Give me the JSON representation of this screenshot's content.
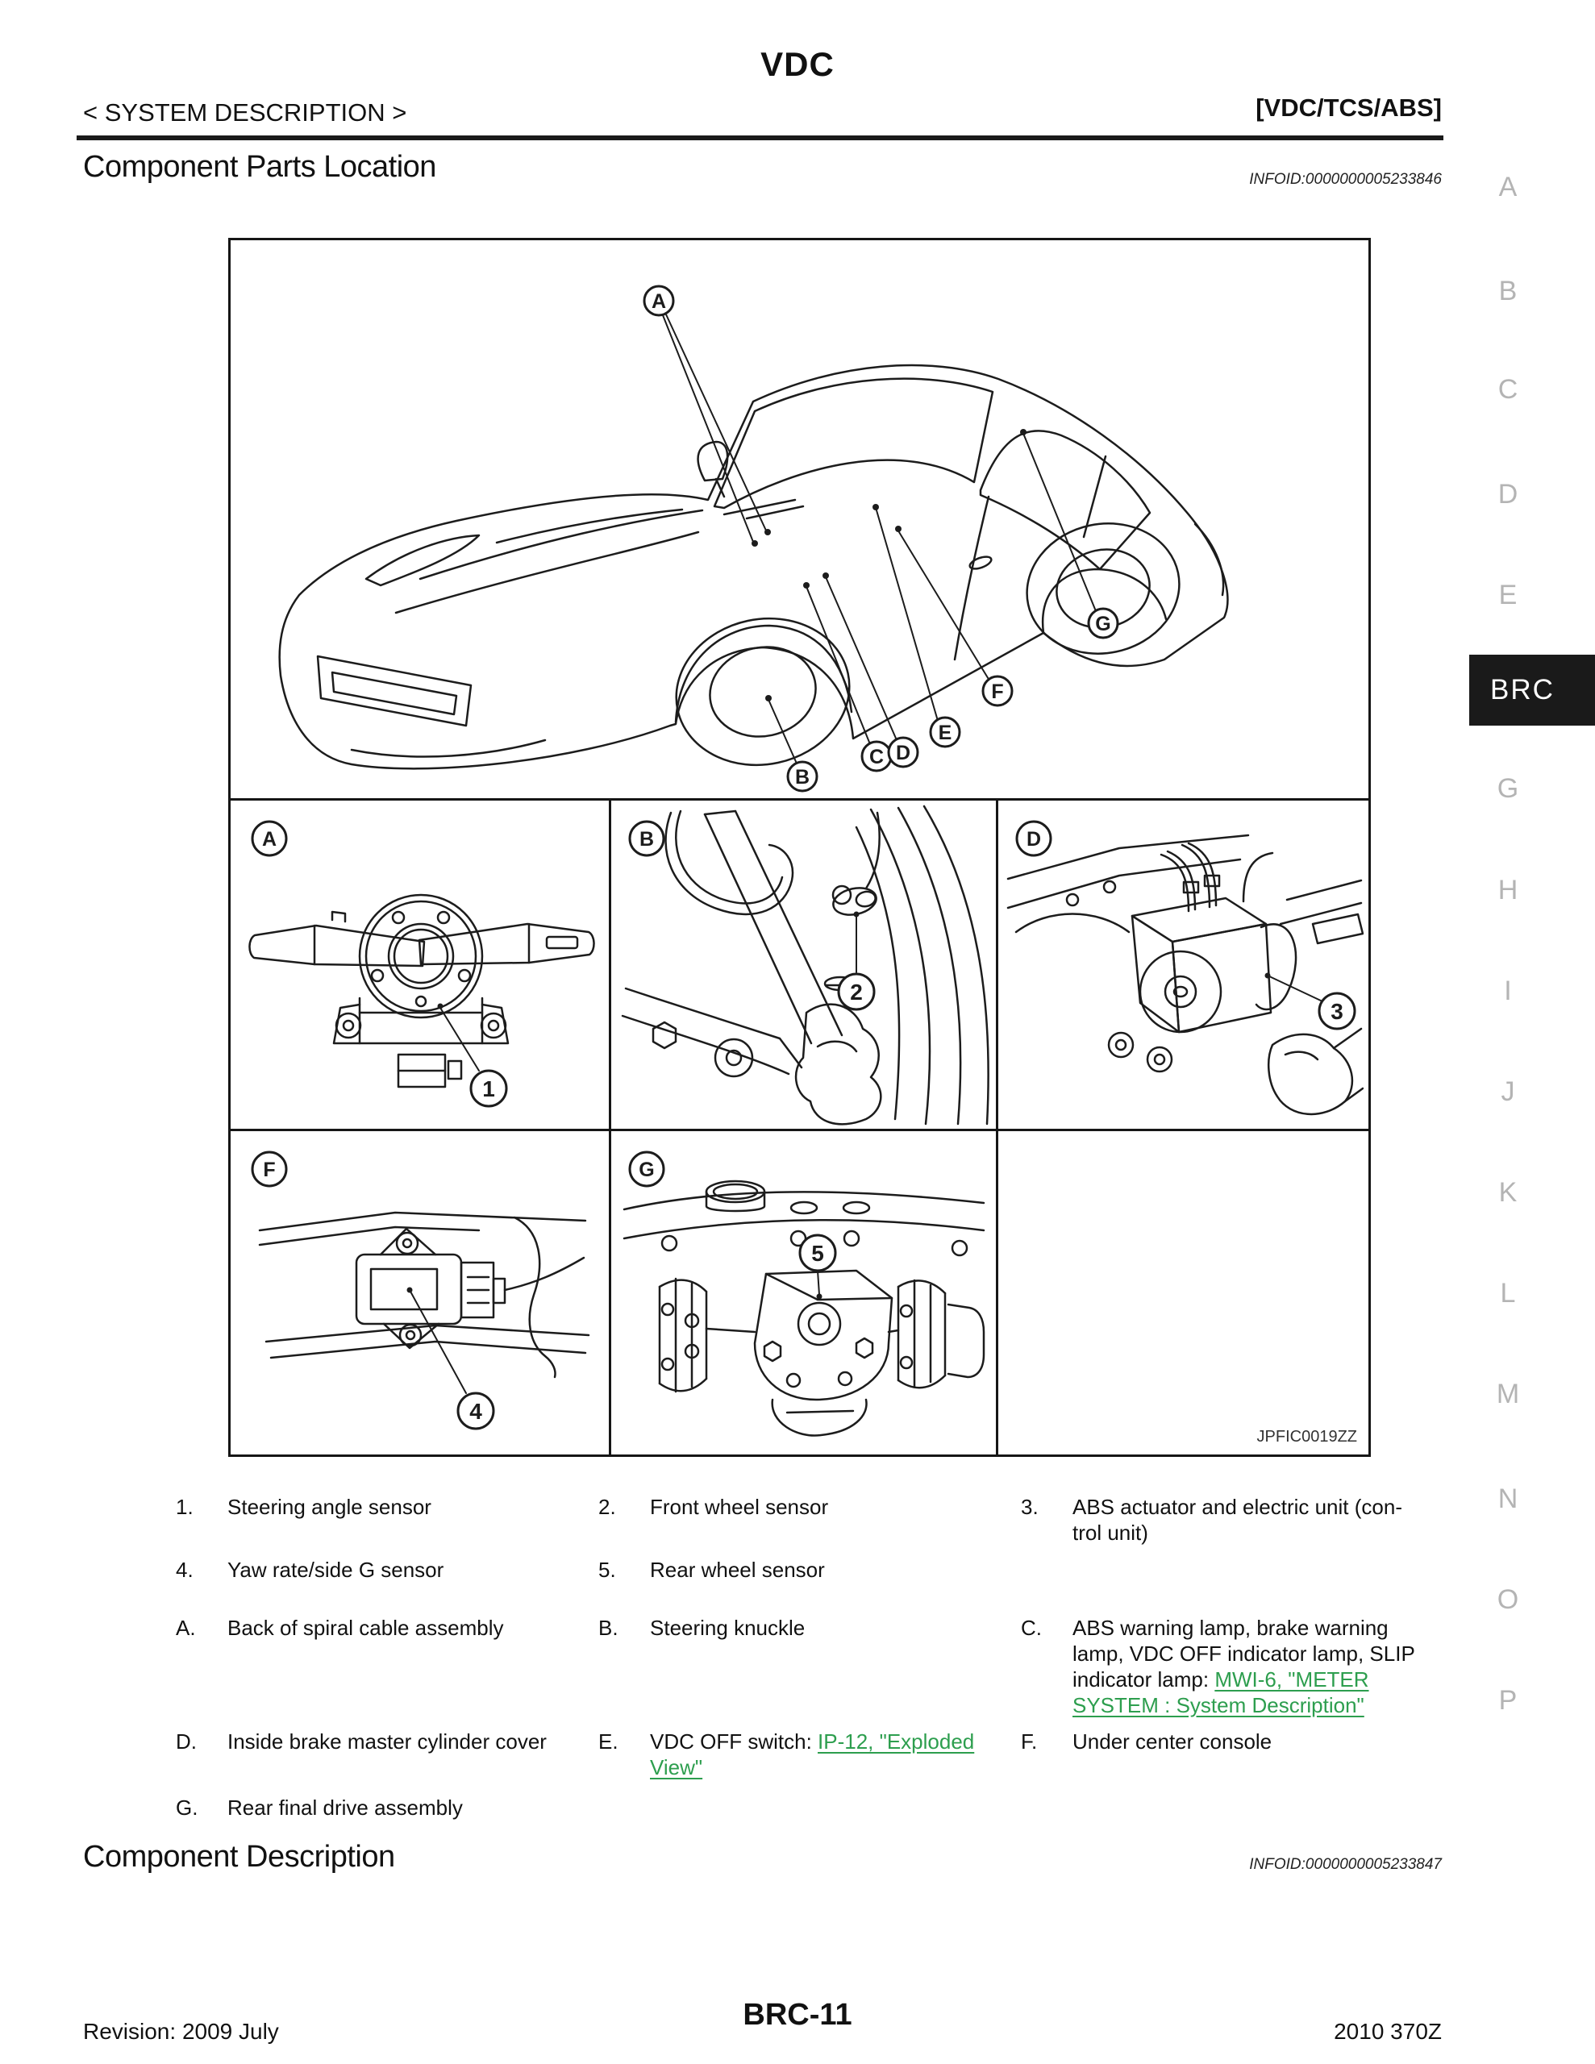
{
  "header": {
    "doc_title": "VDC",
    "section_crumb": "< SYSTEM DESCRIPTION >",
    "system_tag": "[VDC/TCS/ABS]"
  },
  "sections": {
    "parts_location": {
      "title": "Component Parts Location",
      "infoid": "INFOID:0000000005233846"
    },
    "description": {
      "title": "Component Description",
      "infoid": "INFOID:0000000005233847"
    }
  },
  "figure": {
    "caption": "JPFIC0019ZZ",
    "car_callouts": [
      "A",
      "B",
      "C",
      "D",
      "E",
      "F",
      "G"
    ],
    "panels": [
      {
        "label": "A",
        "callout": "1"
      },
      {
        "label": "B",
        "callout": "2"
      },
      {
        "label": "D",
        "callout": "3"
      },
      {
        "label": "F",
        "callout": "4"
      },
      {
        "label": "G",
        "callout": "5"
      }
    ]
  },
  "legend": {
    "items": [
      {
        "num": "1.",
        "text": "Steering angle sensor"
      },
      {
        "num": "2.",
        "text": "Front wheel sensor"
      },
      {
        "num": "3.",
        "text": "ABS actuator and electric unit (con-trol unit)"
      },
      {
        "num": "4.",
        "text": "Yaw rate/side G sensor"
      },
      {
        "num": "5.",
        "text": "Rear wheel sensor"
      },
      {
        "num": "A.",
        "text": "Back of spiral cable assembly"
      },
      {
        "num": "B.",
        "text": "Steering knuckle"
      },
      {
        "num": "C.",
        "pre": "ABS warning lamp, brake warning lamp, VDC OFF indicator lamp, SLIP indicator lamp: ",
        "link": "MWI-6, \"METER SYSTEM : System Description\""
      },
      {
        "num": "D.",
        "text": "Inside brake master cylinder cover"
      },
      {
        "num": "E.",
        "pre": "VDC OFF switch: ",
        "link": "IP-12, \"Exploded View\""
      },
      {
        "num": "F.",
        "text": "Under center console"
      },
      {
        "num": "G.",
        "text": "Rear final drive assembly"
      }
    ]
  },
  "sidebar": {
    "letters": [
      "A",
      "B",
      "C",
      "D",
      "E",
      "G",
      "H",
      "I",
      "J",
      "K",
      "L",
      "M",
      "N",
      "O",
      "P"
    ],
    "active": "BRC"
  },
  "footer": {
    "revision": "Revision: 2009 July",
    "page_code": "BRC-11",
    "model": "2010 370Z"
  },
  "colors": {
    "link_green": "#2d9e4e",
    "sidebar_gray": "#b4b4b4",
    "active_tab_bg": "#1a1a1a"
  }
}
